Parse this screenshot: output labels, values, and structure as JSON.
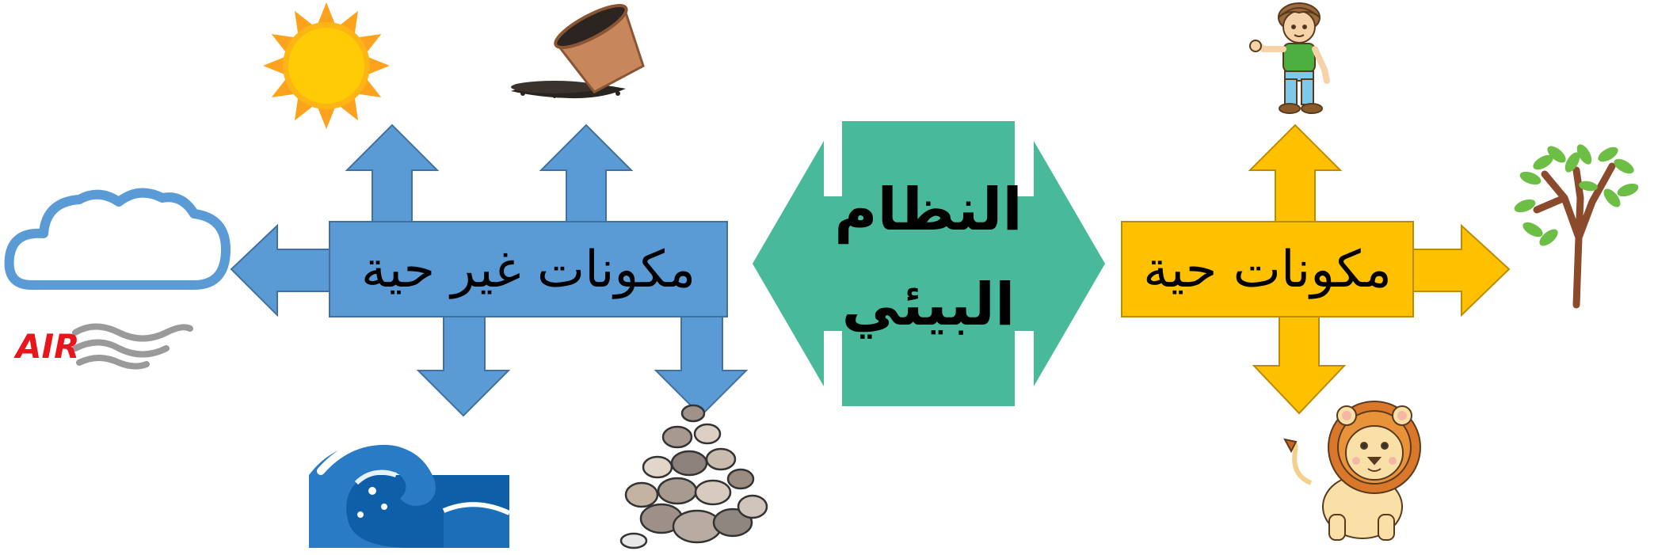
{
  "center": {
    "line1": "النظام",
    "line2": "البيئي",
    "color": "#48B99B"
  },
  "abiotic": {
    "label": "مكونات غير حية",
    "color": "#5B9BD5",
    "stroke": "#41719C"
  },
  "biotic": {
    "label": "مكونات حية",
    "color": "#FFC000",
    "stroke": "#BC8C00"
  },
  "air": {
    "label": "AIR",
    "color": "#E8161C"
  }
}
